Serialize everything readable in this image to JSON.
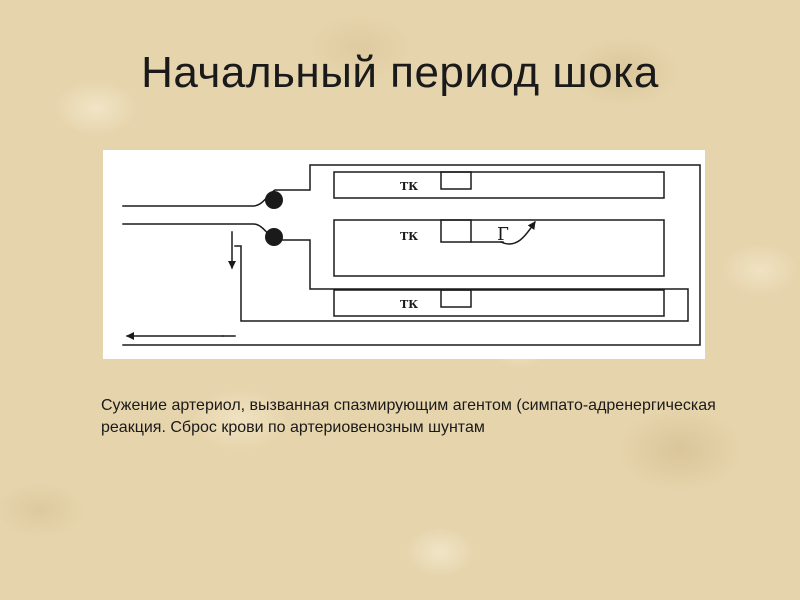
{
  "slide": {
    "title": "Начальный период шока",
    "caption": "Сужение артериол, вызванная спазмирующим агентом (симпато-адренергическая реакция. Сброс крови по артериовенозным шунтам"
  },
  "diagram": {
    "tissue_labels": [
      "ТК",
      "ТК",
      "ТК"
    ],
    "flow_label": "Г"
  },
  "colors": {
    "background": "#e6d4ac",
    "diagram_background": "#ffffff",
    "ink": "#1a1a1a"
  }
}
